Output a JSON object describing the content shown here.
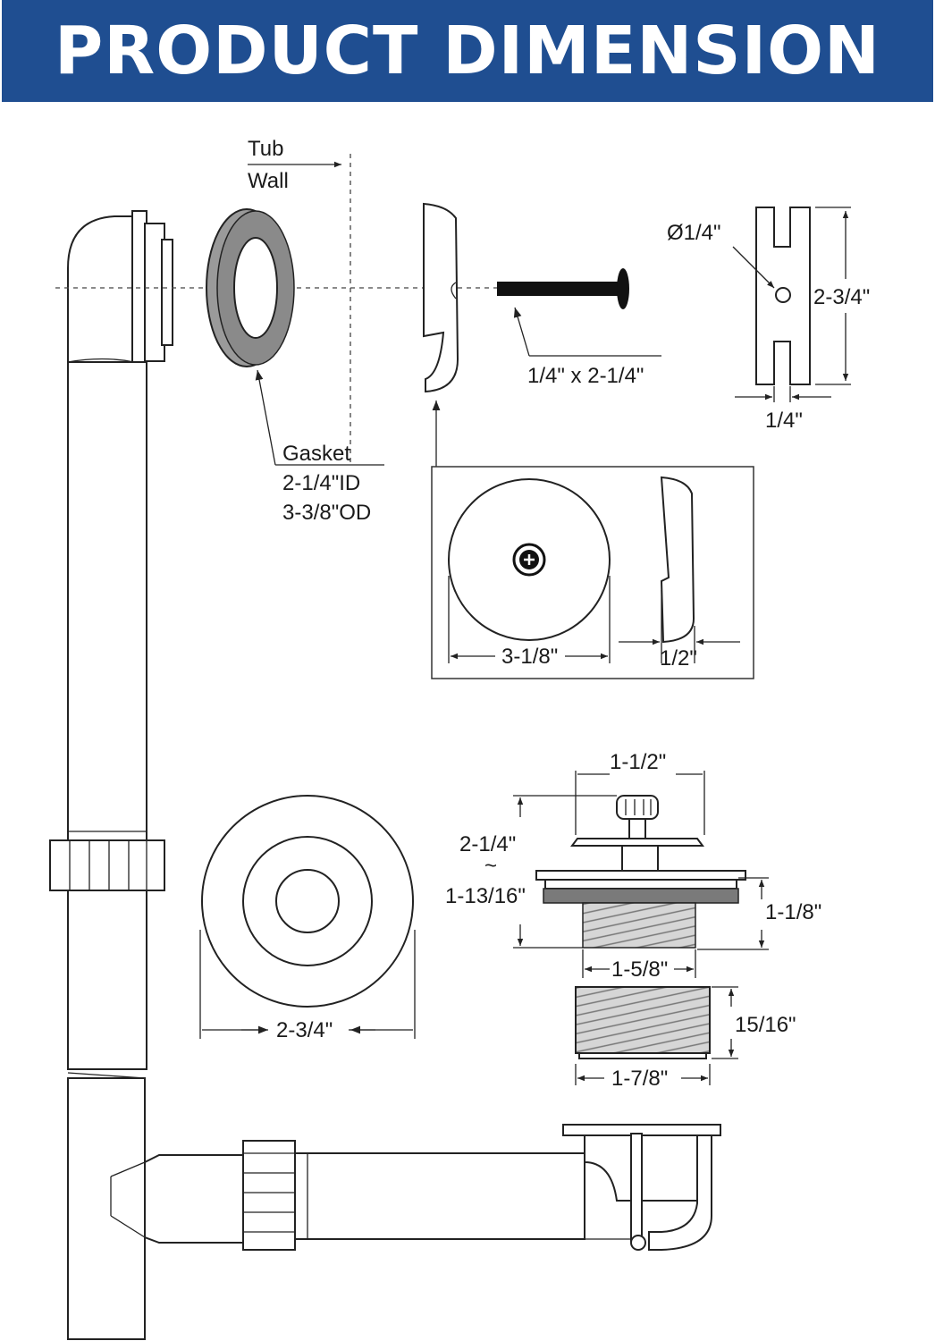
{
  "banner": {
    "title": "PRODUCT DIMENSION",
    "background": "#1f4e91",
    "text_color": "#ffffff"
  },
  "labels": {
    "tub": "Tub",
    "wall": "Wall",
    "gasket": "Gasket",
    "gasket_id": "2-1/4\"ID",
    "gasket_od": "3-3/8\"OD",
    "bolt": "1/4\" x 2-1/4\"",
    "hole_dia": "Ø1/4\"",
    "plate_height": "2-3/4\"",
    "plate_width": "1/4\"",
    "faceplate_dia": "3-1/8\"",
    "faceplate_depth": "1/2\"",
    "flange_dia": "2-3/4\"",
    "knob_width": "1-1/2\"",
    "stopper_height_max": "2-1/4\"",
    "tilde": "~",
    "stopper_height_min": "1-13/16\"",
    "body_height": "1-1/8\"",
    "thread_width": "1-5/8\"",
    "adapter_height": "15/16\"",
    "adapter_width": "1-7/8\""
  },
  "icons": [
    "screw-icon",
    "arrow-icon"
  ]
}
